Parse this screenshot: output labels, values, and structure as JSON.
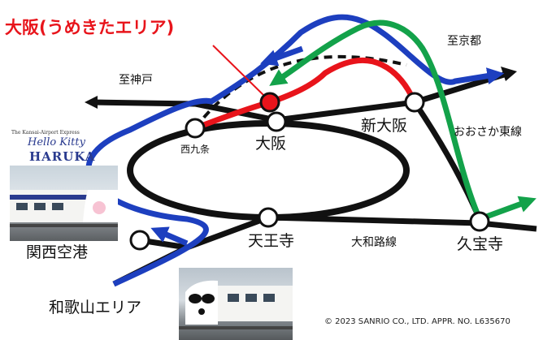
{
  "title": "大阪(うめきたエリア)",
  "stations": {
    "nishikujo": "西九条",
    "osaka": "大阪",
    "shin_osaka": "新大阪",
    "tennoji": "天王寺",
    "kyuhoji": "久宝寺",
    "kansai_airport": "関西空港"
  },
  "lines": {
    "osaka_higashi": "おおさか東線",
    "yamatoji": "大和路線"
  },
  "directions": {
    "kobe": "至神戸",
    "kyoto": "至京都",
    "wakayama": "和歌山エリア"
  },
  "logo": {
    "tagline": "The Kansai-Airport Express",
    "script": "Hello Kitty",
    "word": "HARUKA"
  },
  "copyright": "© 2023 SANRIO CO., LTD. APPR. NO. L635670",
  "colors": {
    "line_black": "#111111",
    "route_red": "#e8141b",
    "route_blue": "#1d3fbf",
    "route_green": "#13a24a"
  },
  "icons": {
    "station_marker": "circle",
    "umekita_marker": "red-circle",
    "direction": "arrowhead"
  }
}
